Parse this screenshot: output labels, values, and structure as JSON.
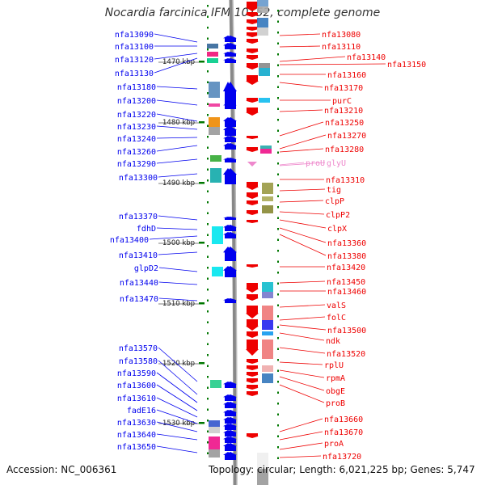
{
  "title": "Nocardia farcinica IFM 10152, complete genome",
  "footer": {
    "accession": "Accession: NC_006361",
    "stats": "Topology: circular; Length: 6,021,225 bp; Genes: 5,747"
  },
  "colors": {
    "left_strand": "#0000ee",
    "right_strand": "#ee0000",
    "rna_gene": "#ee88cc",
    "backbone": "#888888",
    "ticks": "#007700"
  },
  "scale_labels": [
    "1470 kbp",
    "1480 kbp",
    "1490 kbp",
    "1500 kbp",
    "1510 kbp",
    "1520 kbp",
    "1530 kbp"
  ],
  "left_labels": [
    "nfa13090",
    "nfa13100",
    "nfa13120",
    "nfa13130",
    "nfa13180",
    "nfa13200",
    "nfa13220",
    "nfa13230",
    "nfa13240",
    "nfa13260",
    "nfa13290",
    "nfa13300",
    "nfa13370",
    "fdhD",
    "nfa13400",
    "nfa13410",
    "glpD2",
    "nfa13440",
    "nfa13470",
    "nfa13570",
    "nfa13580",
    "nfa13590",
    "nfa13600",
    "nfa13610",
    "fadE16",
    "nfa13630",
    "nfa13640",
    "nfa13650"
  ],
  "right_labels": [
    "nfa13080",
    "nfa13110",
    "nfa13140",
    "nfa13150",
    "nfa13160",
    "nfa13170",
    "purC",
    "nfa13210",
    "nfa13250",
    "nfa13270",
    "nfa13280",
    "proU",
    "glyU",
    "nfa13310",
    "tig",
    "clpP",
    "clpP2",
    "clpX",
    "nfa13360",
    "nfa13380",
    "nfa13420",
    "nfa13450",
    "nfa13460",
    "valS",
    "folC",
    "nfa13500",
    "ndk",
    "nfa13520",
    "rplU",
    "rpmA",
    "obgE",
    "proB",
    "nfa13660",
    "nfa13670",
    "proA",
    "nfa13720"
  ]
}
